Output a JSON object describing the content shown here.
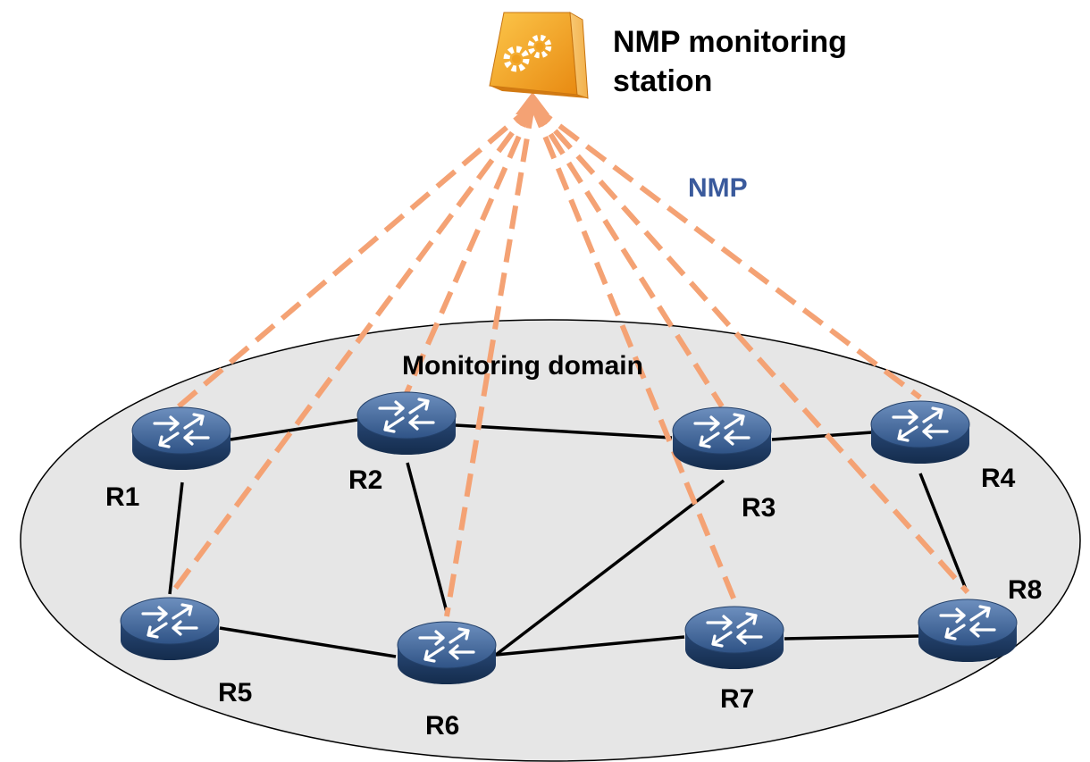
{
  "station": {
    "label_line1": "NMP monitoring",
    "label_line2": "station",
    "icon": "gear-server-icon"
  },
  "protocol_label": "NMP",
  "domain_label": "Monitoring domain",
  "routers": {
    "r1": "R1",
    "r2": "R2",
    "r3": "R3",
    "r4": "R4",
    "r5": "R5",
    "r6": "R6",
    "r7": "R7",
    "r8": "R8"
  },
  "colors": {
    "dashed_link": "#f4a274",
    "protocol_text": "#3a5a9c",
    "domain_fill": "#e6e6e6",
    "router_body": "#2c4f7c",
    "station_body": "#f4a21e"
  },
  "links": [
    [
      "R1",
      "R2"
    ],
    [
      "R2",
      "R3"
    ],
    [
      "R3",
      "R4"
    ],
    [
      "R1",
      "R5"
    ],
    [
      "R2",
      "R6"
    ],
    [
      "R5",
      "R6"
    ],
    [
      "R6",
      "R3"
    ],
    [
      "R6",
      "R7"
    ],
    [
      "R7",
      "R8"
    ],
    [
      "R4",
      "R8"
    ]
  ],
  "monitored_routers": [
    "R1",
    "R5",
    "R2",
    "R6",
    "R7",
    "R3",
    "R8",
    "R4"
  ]
}
